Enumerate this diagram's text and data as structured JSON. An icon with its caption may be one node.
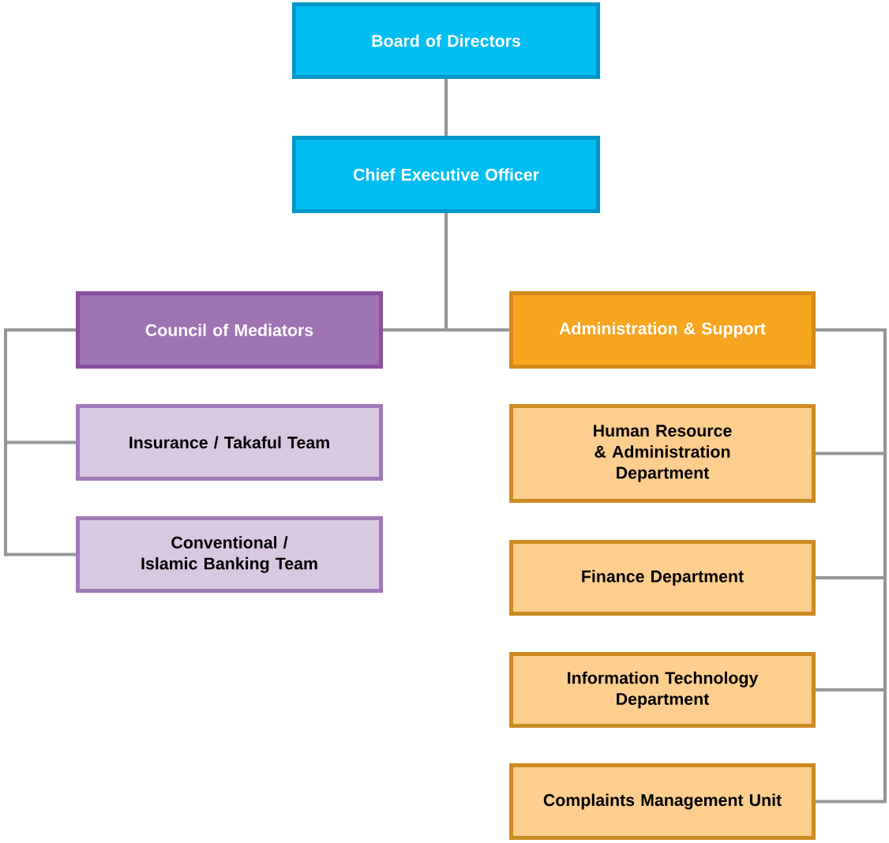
{
  "diagram": {
    "nodes": [
      {
        "text": [
          "Board of Directors"
        ]
      },
      {
        "text": [
          "Chief Executive Officer"
        ]
      },
      {
        "text": [
          "Council of Mediators"
        ]
      },
      {
        "text": [
          "Administration & Support"
        ]
      },
      {
        "text": [
          "Insurance / Takaful Team"
        ]
      },
      {
        "text": [
          "Conventional / Islamic Banking Team"
        ]
      },
      {
        "text": [
          "Human Resource & Administration Department"
        ]
      },
      {
        "text": [
          "Finance Department"
        ]
      },
      {
        "text": [
          "Information Technology Department"
        ]
      },
      {
        "text": [
          "Complaints Management Unit"
        ]
      }
    ],
    "edges": [
      {
        "from": 0,
        "to": 1,
        "arrow": "none"
      },
      {
        "from": 1,
        "to": 2,
        "arrow": "none"
      },
      {
        "from": 1,
        "to": 3,
        "arrow": "none"
      },
      {
        "from": 2,
        "to": 4,
        "arrow": "none"
      },
      {
        "from": 2,
        "to": 5,
        "arrow": "none"
      },
      {
        "from": 3,
        "to": 6,
        "arrow": "none"
      },
      {
        "from": 3,
        "to": 7,
        "arrow": "none"
      },
      {
        "from": 3,
        "to": 8,
        "arrow": "none"
      },
      {
        "from": 3,
        "to": 9,
        "arrow": "none"
      }
    ]
  }
}
